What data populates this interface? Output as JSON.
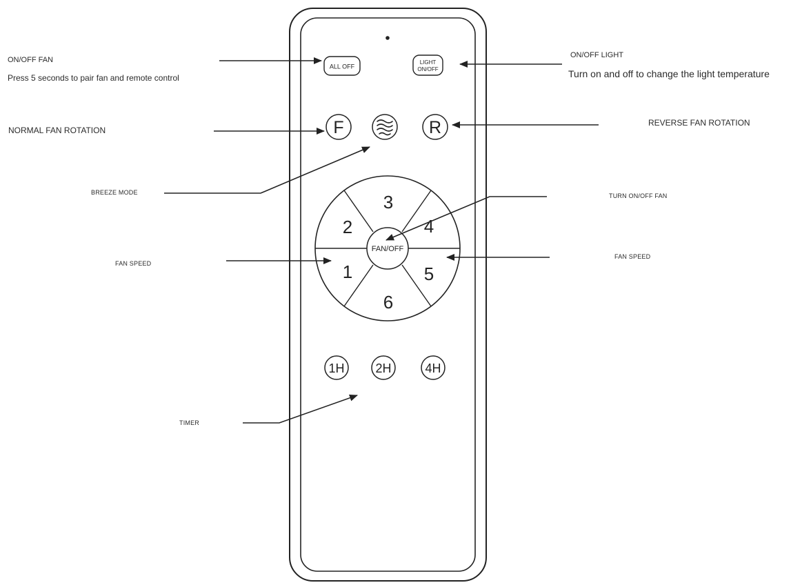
{
  "remote": {
    "buttons": {
      "all_off": "ALL OFF",
      "light_line1": "LIGHT",
      "light_line2": "ON/OFF",
      "forward": "F",
      "reverse": "R",
      "breeze_icon": "wave-icon",
      "fan_off": "FAN/OFF",
      "speeds": [
        "1",
        "2",
        "3",
        "4",
        "5",
        "6"
      ],
      "timers": [
        "1H",
        "2H",
        "4H"
      ]
    }
  },
  "labels": {
    "onoff_fan": "ON/OFF FAN",
    "pair_note": "Press 5 seconds to pair fan and remote control",
    "onoff_light": "ON/OFF LIGHT",
    "light_note": "Turn on and off to change the light temperature",
    "normal_rotation": "NORMAL FAN ROTATION",
    "reverse_rotation": "REVERSE FAN ROTATION",
    "breeze_mode": "BREEZE MODE",
    "turn_onoff_fan": "TURN ON/OFF FAN",
    "fan_speed_left": "FAN SPEED",
    "fan_speed_right": "FAN SPEED",
    "timer": "TIMER"
  },
  "colors": {
    "stroke": "#222222",
    "text": "#2a2a2a",
    "background": "#ffffff"
  }
}
